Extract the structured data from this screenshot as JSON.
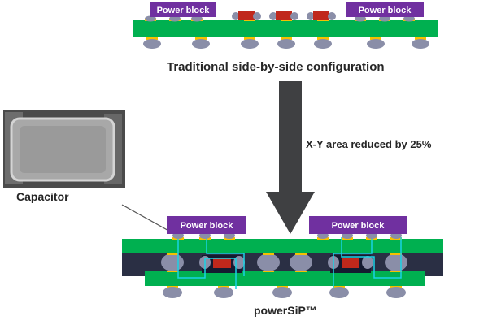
{
  "labels": {
    "top_caption": "Traditional side-by-side configuration",
    "arrow_caption": "X-Y area reduced by 25%",
    "capacitor_label": "Capacitor",
    "bottom_caption": "powerSiP™",
    "power_block": "Power block"
  },
  "colors": {
    "power_block": "#7030a0",
    "pcb_green": "#00b050",
    "pad_yellow": "#f5c000",
    "solder_ball": "#8a8ea8",
    "capacitor_red": "#c0281c",
    "substrate_dark": "#2a2f44",
    "trace_cyan": "#19d3e6",
    "arrow_gray": "#3f4042",
    "photo_bg": "#4b4b4b"
  }
}
